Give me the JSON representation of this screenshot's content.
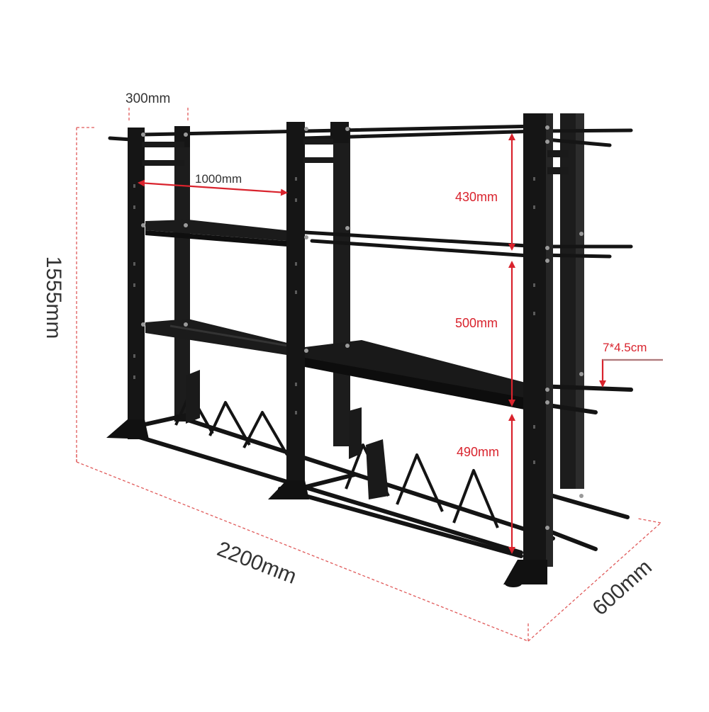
{
  "dimensions": {
    "width": "300mm",
    "span": "1000mm",
    "height": "1555mm",
    "gap_top": "430mm",
    "gap_mid": "500mm",
    "gap_bottom": "490mm",
    "bracket": "7*4.5cm",
    "length": "2200mm",
    "depth": "600mm"
  },
  "colors": {
    "frame": "#141414",
    "frame_light": "#3a3a3a",
    "dimension_red": "#d9232d",
    "dimension_text": "#333333",
    "guide_line": "#e05a5a"
  }
}
